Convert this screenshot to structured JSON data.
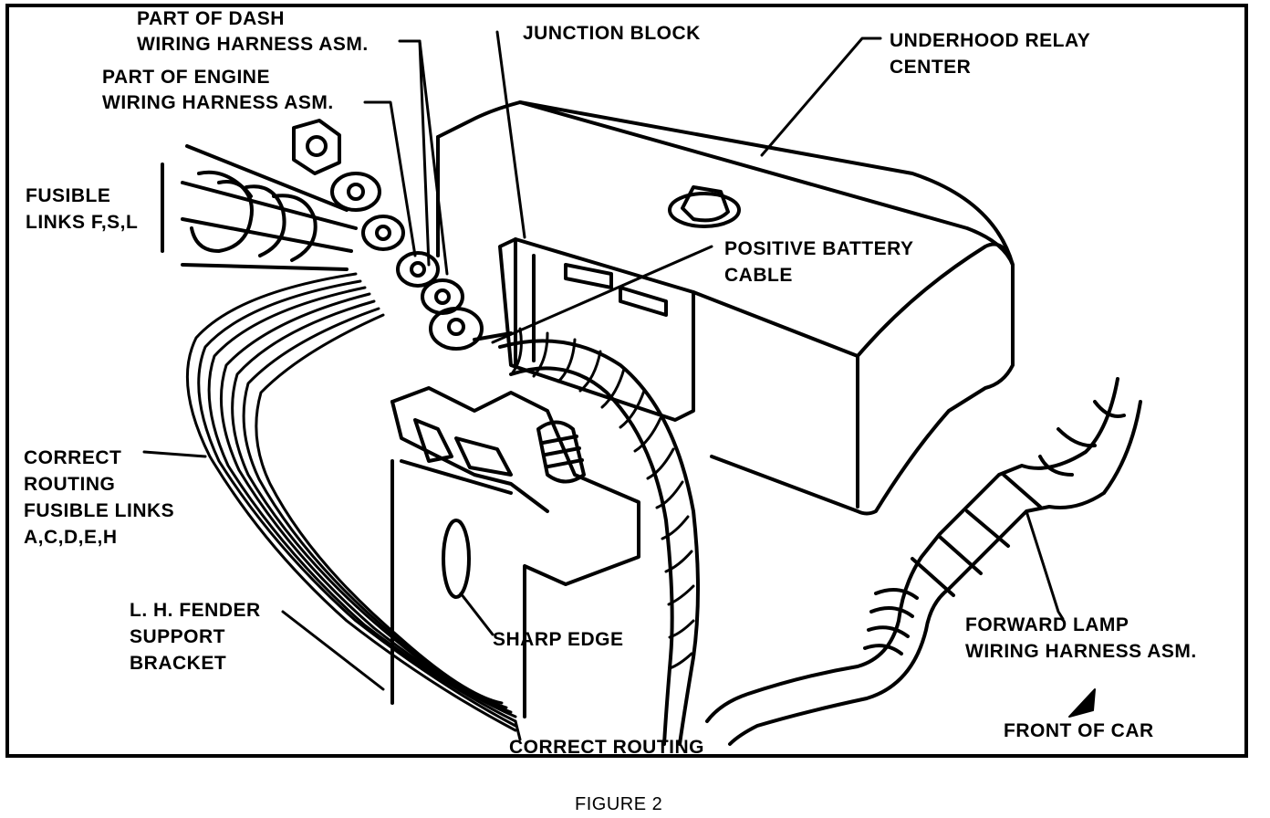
{
  "labels": {
    "dash_harness_1": "PART OF DASH",
    "dash_harness_2": "WIRING HARNESS ASM.",
    "engine_harness_1": "PART OF ENGINE",
    "engine_harness_2": "WIRING HARNESS ASM.",
    "fusible_fsl_1": "FUSIBLE",
    "fusible_fsl_2": "LINKS F,S,L",
    "junction_block": "JUNCTION BLOCK",
    "relay_center_1": "UNDERHOOD RELAY",
    "relay_center_2": "CENTER",
    "battery_cable_1": "POSITIVE BATTERY",
    "battery_cable_2": "CABLE",
    "correct_routing_links_1": "CORRECT",
    "correct_routing_links_2": "ROUTING",
    "correct_routing_links_3": "FUSIBLE LINKS",
    "correct_routing_links_4": "A,C,D,E,H",
    "fender_bracket_1": "L. H. FENDER",
    "fender_bracket_2": "SUPPORT",
    "fender_bracket_3": "BRACKET",
    "sharp_edge": "SHARP EDGE",
    "forward_lamp_1": "FORWARD LAMP",
    "forward_lamp_2": "WIRING HARNESS ASM.",
    "front_of_car": "FRONT OF CAR",
    "correct_routing": "CORRECT ROUTING"
  },
  "caption": "FIGURE 2"
}
